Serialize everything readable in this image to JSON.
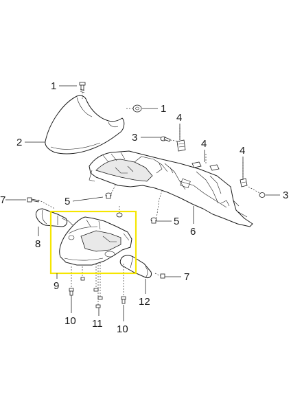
{
  "highlight_color": "#f5e600",
  "callouts": [
    {
      "id": "c1a",
      "text": "1"
    },
    {
      "id": "c1b",
      "text": "1"
    },
    {
      "id": "c2",
      "text": "2"
    },
    {
      "id": "c3a",
      "text": "3"
    },
    {
      "id": "c3b",
      "text": "3"
    },
    {
      "id": "c4a",
      "text": "4"
    },
    {
      "id": "c4b",
      "text": "4"
    },
    {
      "id": "c4c",
      "text": "4"
    },
    {
      "id": "c5a",
      "text": "5"
    },
    {
      "id": "c5b",
      "text": "5"
    },
    {
      "id": "c6",
      "text": "6"
    },
    {
      "id": "c7a",
      "text": "7"
    },
    {
      "id": "c7b",
      "text": "7"
    },
    {
      "id": "c8",
      "text": "8"
    },
    {
      "id": "c9",
      "text": "9"
    },
    {
      "id": "c10a",
      "text": "10"
    },
    {
      "id": "c10b",
      "text": "10"
    },
    {
      "id": "c11",
      "text": "11"
    },
    {
      "id": "c12",
      "text": "12"
    }
  ]
}
